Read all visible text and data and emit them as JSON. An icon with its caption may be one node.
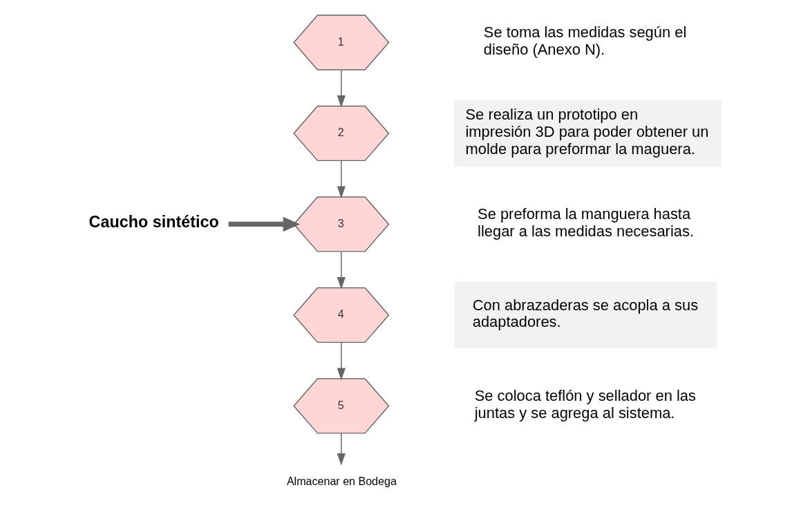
{
  "diagram": {
    "nodes": [
      {
        "text": [
          "1"
        ]
      },
      {
        "text": [
          "Se toma las medidas según el diseño (Anexo N)."
        ]
      },
      {
        "text": [
          "2"
        ]
      },
      {
        "text": [
          "Se realiza un prototipo en impresión 3D para poder obtener un molde para preformar la maguera."
        ]
      },
      {
        "text": [
          "Caucho sintético"
        ]
      },
      {
        "text": [
          "3"
        ]
      },
      {
        "text": [
          "Se preforma la manguera hasta llegar a las medidas necesarias."
        ]
      },
      {
        "text": [
          "4"
        ]
      },
      {
        "text": [
          "Con abrazaderas se acopla a sus adaptadores."
        ]
      },
      {
        "text": [
          "5"
        ]
      },
      {
        "text": [
          "Se coloca teflón y sellador en las juntas y se agrega al sistema."
        ]
      },
      {
        "text": [
          "Almacenar en Bodega"
        ]
      }
    ],
    "edges": [
      {
        "from": 0,
        "to": 2,
        "arrow": "to"
      },
      {
        "from": 2,
        "to": 5,
        "arrow": "to"
      },
      {
        "from": 4,
        "to": 5,
        "arrow": "to",
        "style": "thick"
      },
      {
        "from": 5,
        "to": 7,
        "arrow": "to"
      },
      {
        "from": 7,
        "to": 9,
        "arrow": "to"
      },
      {
        "from": 9,
        "to": 11,
        "arrow": "to"
      }
    ]
  }
}
